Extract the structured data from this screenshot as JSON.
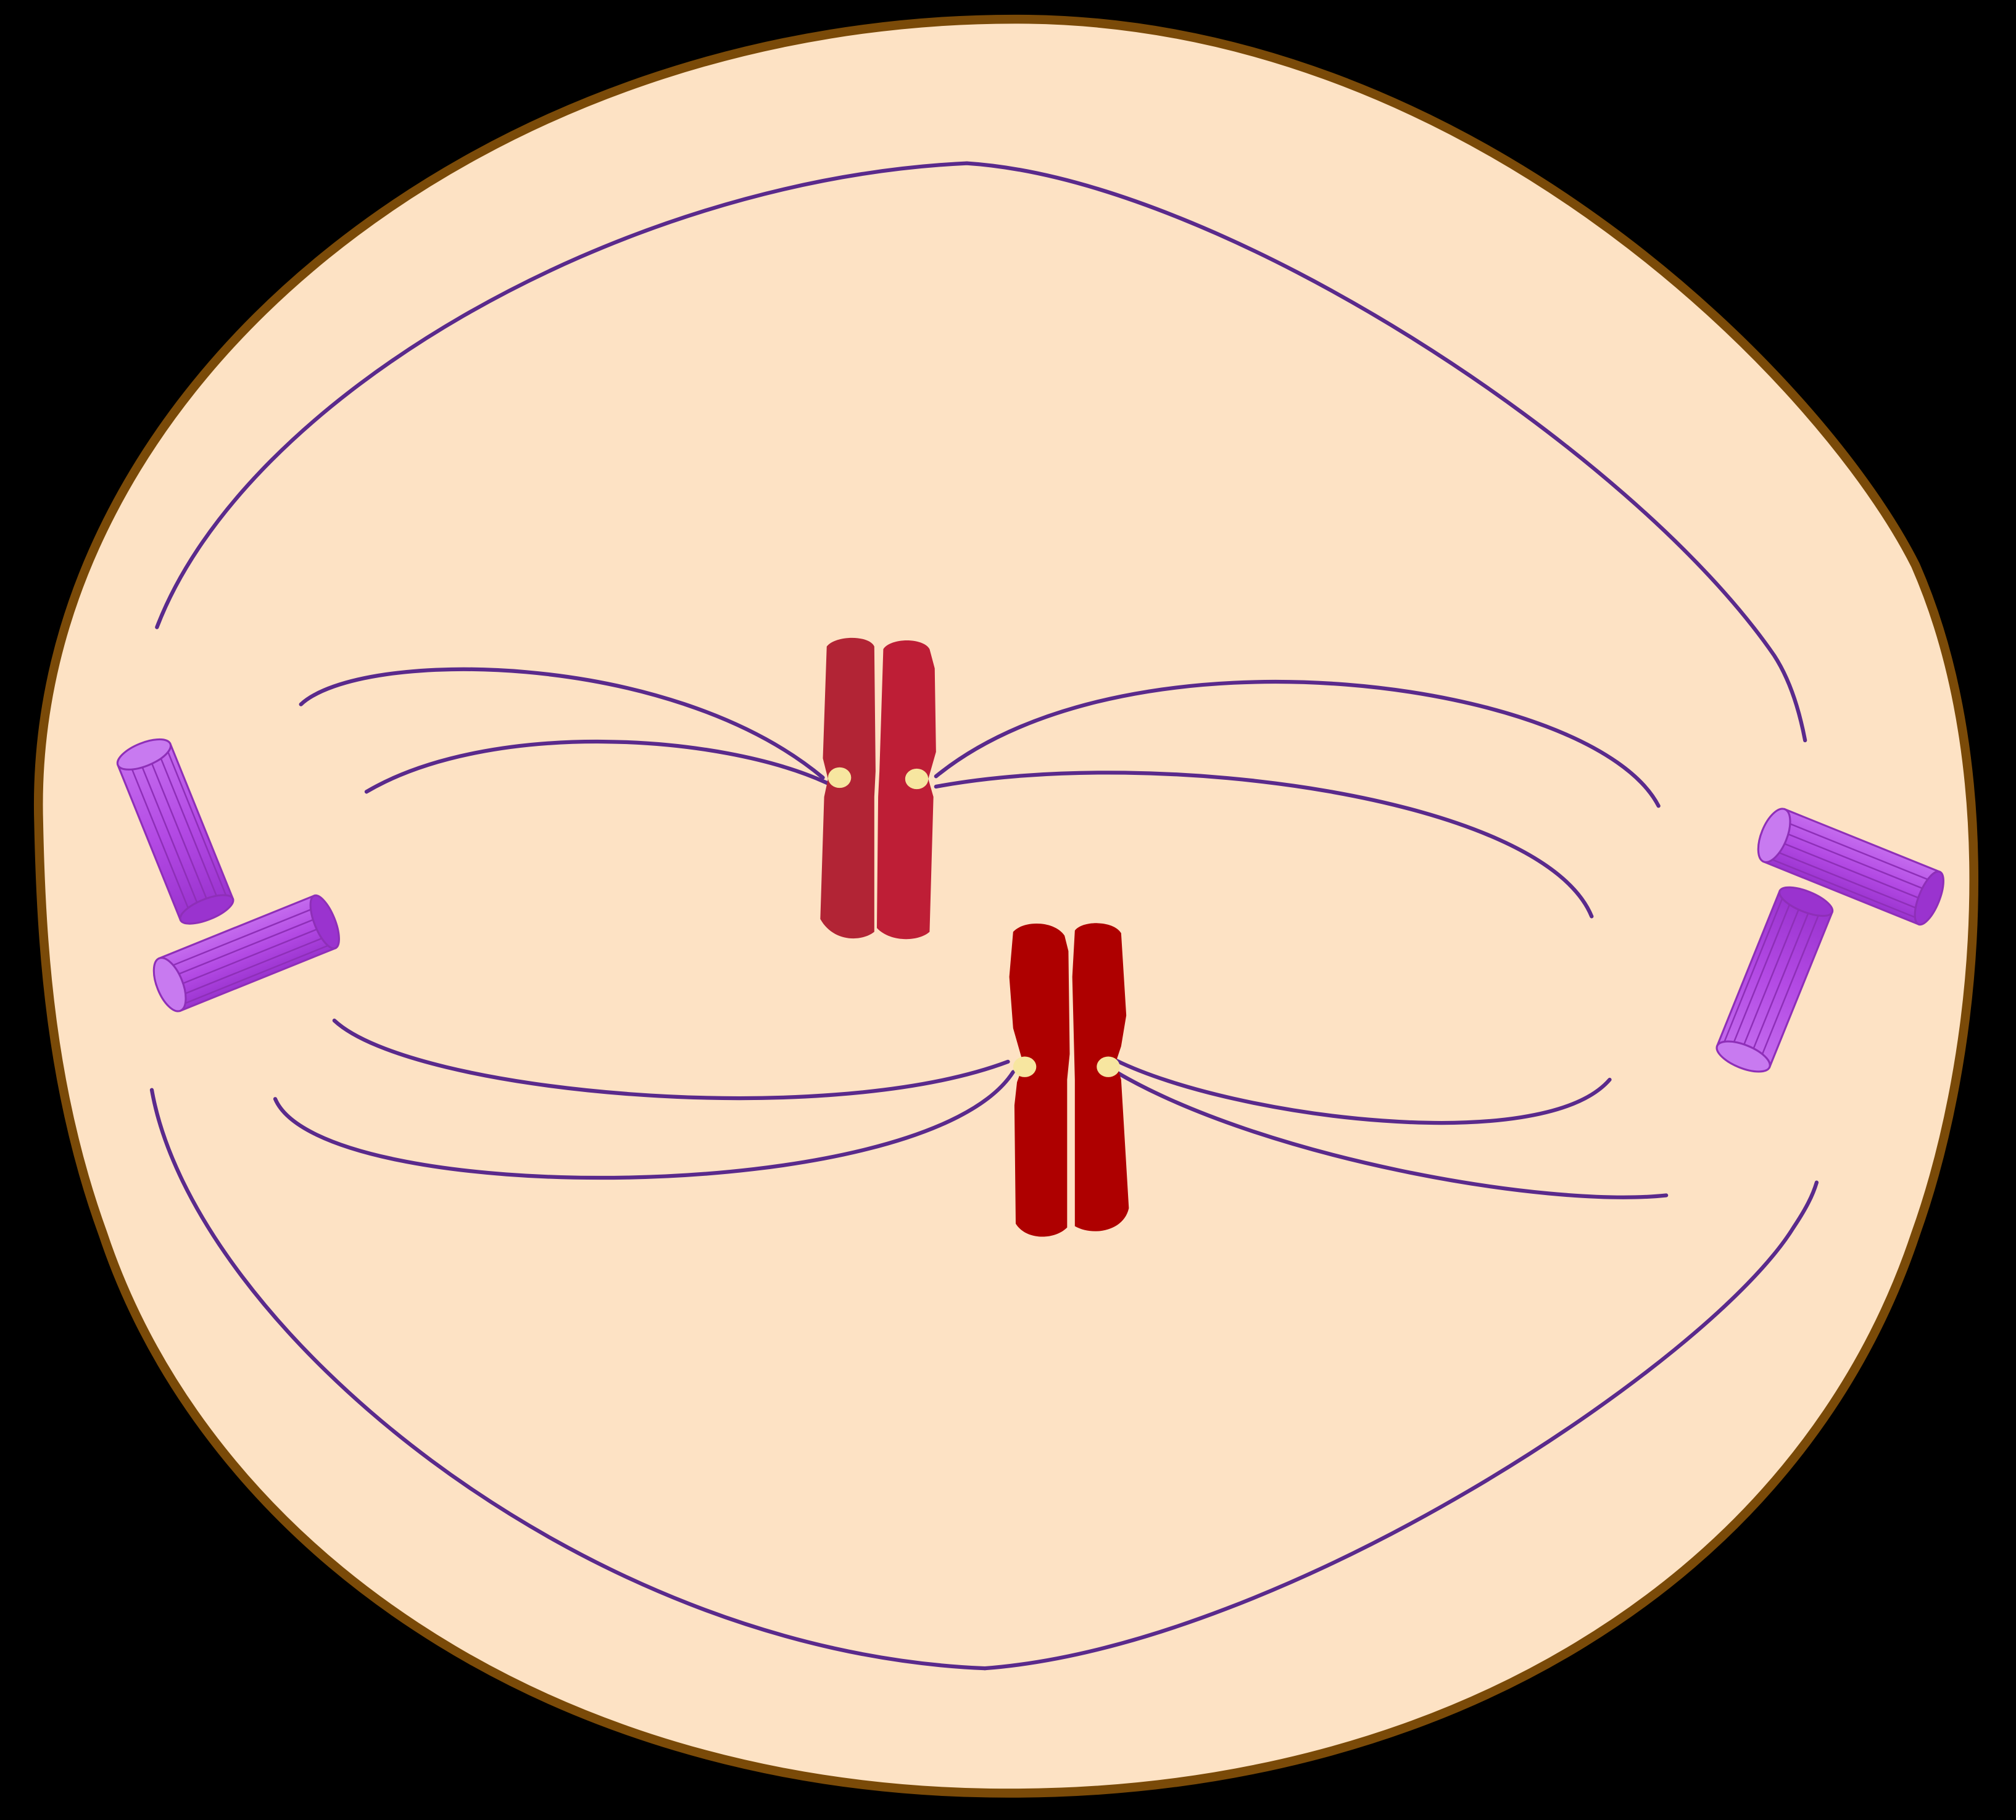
{
  "diagram": {
    "labels": [],
    "colors": {
      "background": "#000000",
      "cytoplasm": "#FDE2C4",
      "membrane": "#7A4A08",
      "spindle_fiber": "#5A2A8C",
      "centriole_body": "#B64DE6",
      "centriole_end": "#C87AF0",
      "centriole_ridge": "#8E2FB8",
      "chromosome_upper_left": "#B22435",
      "chromosome_upper_right": "#BE1E36",
      "chromosome_lower": "#AE0000",
      "centromere": "#F7E6A0"
    },
    "components": [
      "cell-membrane",
      "cytoplasm",
      "spindle-fibers",
      "left-centriole-pair",
      "right-centriole-pair",
      "upper-chromosome",
      "lower-chromosome",
      "centromeres"
    ]
  }
}
